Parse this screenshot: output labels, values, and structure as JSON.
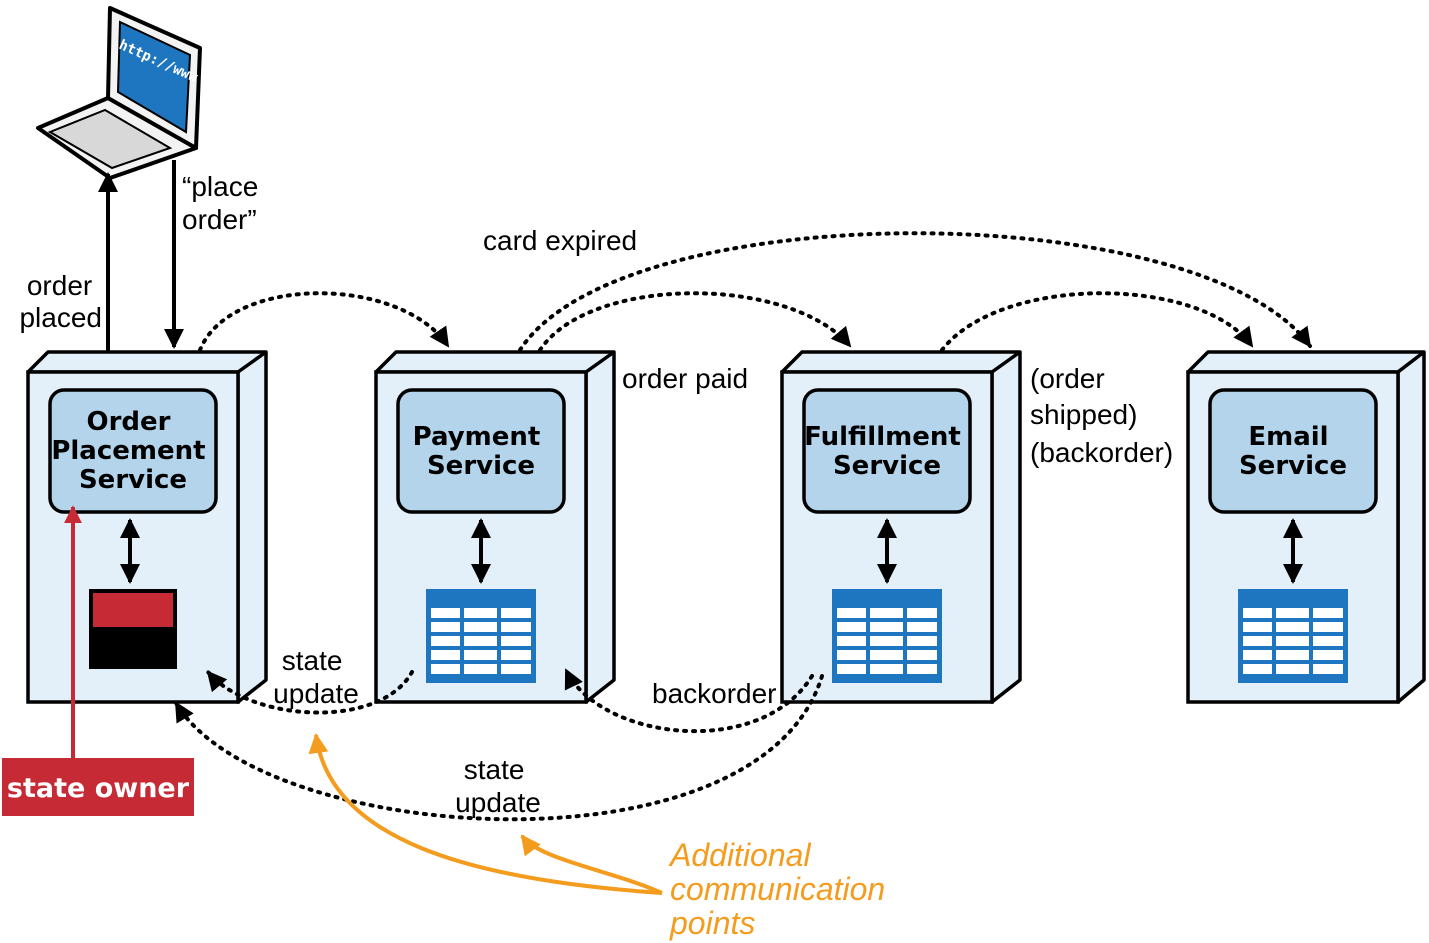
{
  "colors": {
    "box_fill": "#e3f0fa",
    "inner_fill": "#b3d4ea",
    "table_blue": "#1f76c0",
    "state_owner_red": "#c62a34",
    "orange_note": "#f39c1e",
    "stroke": "#000000"
  },
  "laptop": {
    "screen_text": "http://www",
    "icon": "laptop-icon"
  },
  "services": [
    {
      "name_lines": [
        "Order",
        "Placement",
        "Service"
      ],
      "store": "data-store-icon"
    },
    {
      "name_lines": [
        "Payment",
        "Service"
      ],
      "store": "table-icon"
    },
    {
      "name_lines": [
        "Fulfillment",
        "Service"
      ],
      "store": "table-icon"
    },
    {
      "name_lines": [
        "Email",
        "Service"
      ],
      "store": "table-icon"
    }
  ],
  "labels": {
    "place_order": [
      "“place",
      "order”"
    ],
    "order_placed": [
      "order",
      "placed"
    ],
    "card_expired": "card expired",
    "order_paid": "order paid",
    "order_shipped": [
      "(order",
      "shipped)",
      "(backorder)"
    ],
    "state_update_1": [
      "state",
      "update"
    ],
    "backorder": "backorder",
    "state_update_2": [
      "state",
      "update"
    ]
  },
  "state_owner": "state owner",
  "additional_note": [
    "Additional",
    "communication",
    "points"
  ]
}
